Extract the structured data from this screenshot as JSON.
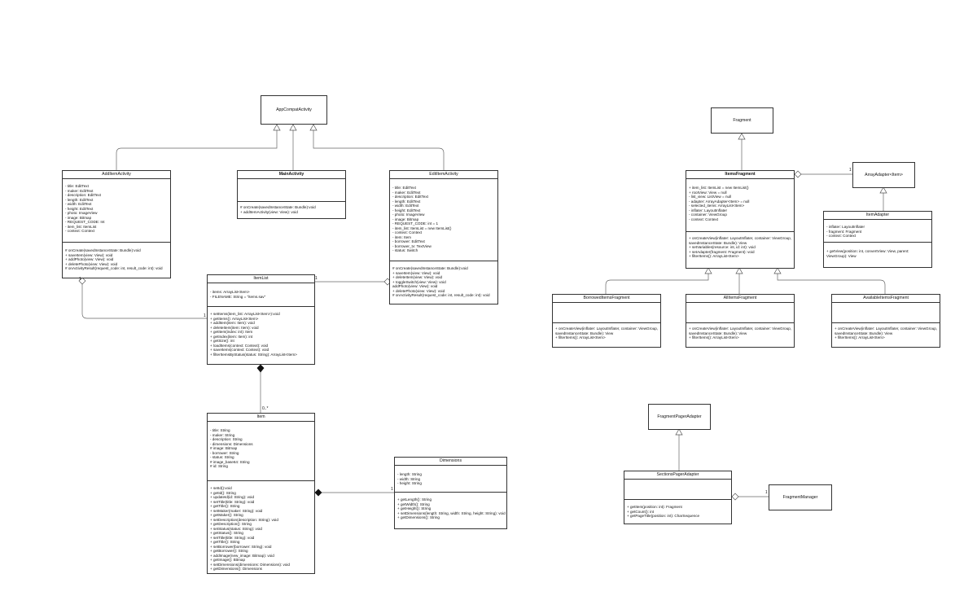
{
  "classes": {
    "appcompat": {
      "name": "AppCompatActivity"
    },
    "fragment": {
      "name": "Fragment"
    },
    "arrayadapter": {
      "name": "ArrayAdapter<Item>"
    },
    "fragmentpageradapter": {
      "name": "FragmentPagerAdapter"
    },
    "fragmentmanager": {
      "name": "FragmentManager"
    },
    "additem": {
      "name": "AddItemActivity",
      "attributes": [
        "- title: EditText",
        "- maker: EditText",
        "- description: EditText",
        "- length: EditText",
        "- width: EditText",
        "- height: EditText",
        "- photo: ImageView",
        "- image: Bitmap",
        "- REQUEST_CODE: Int",
        "- item_list: ItemList",
        "- context: Context"
      ],
      "methods": [
        "# onCreate(savedInstanceState: Bundle):void",
        "+ saveItem(view: View): void",
        "+ addPhoto(view: View): void",
        "+ deletePhoto(view: View): void",
        "# onActivityResult(request_code: int, result_code: int): void"
      ]
    },
    "main": {
      "name": "MainActivity",
      "attributes": [],
      "methods": [
        "# onCreate(savedInstanceState: Bundle):void",
        "+ addItemActivity(view: View): void"
      ]
    },
    "edititem": {
      "name": "EditItemActivity",
      "attributes": [
        "- title: EditText",
        "- maker: EditText",
        "- description: EditText",
        "- length: EditText",
        "- width: EditText",
        "- height: EditText",
        "- photo: ImageView",
        "- image: Bitmap",
        "- REQUEST_CODE: int = 1",
        "- item_list: ItemList = new ItemList()",
        "- context: Context",
        "- item: Item",
        "- borrower: EditText",
        "- borrower_tv: TextView",
        "- status: Switch"
      ],
      "methods": [
        "# onCreate(savedInstanceState: Bundle):void",
        "+ saveItem(view: View): void",
        "+ deleteItem(view: View): void",
        "+ toggleSwitch(view: View): void",
        "addPhoto(view: View): void",
        "+ deletePhoto(view: View): void",
        "# onActivityResult(request_code: int, result_code: int): void"
      ]
    },
    "itemlist": {
      "name": "ItemList",
      "attributes": [
        "- items: ArrayList<Item>",
        "- FILENAME: String = \"items.sav\""
      ],
      "methods": [
        "+ setItems(item_list: ArrayList<Item>):void",
        "+ getItems(): ArrayList<Item>",
        "+ addItem(item: Item): void",
        "+ deleteItem(item: Item): void",
        "+ getItem(index: int): Item",
        "+ getIndex(item: Item): int",
        "+ getSize(): int",
        "+ loadItems(context: Context): void",
        "+ saveItems(context: Context): void",
        "+ filterItemsByStatus(status: String): ArrayList<Item>"
      ]
    },
    "item": {
      "name": "Item",
      "attributes": [
        "- title: String",
        "- maker: String",
        "- description: String",
        "- dimensions: Dimensions",
        "# image: Bitmap",
        "- borrower: String",
        "- status: String",
        "# image_base64: String",
        "# id: String"
      ],
      "methods": [
        "+ setId():void",
        "+ getId(): String",
        "+ updateId(id: String): void",
        "+ setTitle(title: String): void",
        "+ getTitle(): String",
        "+ setMaker(maker: String): void",
        "+ getMaker(): String",
        "+ setDescription(description: String): void",
        "+ getDescription(): String",
        "+ setStatus(status: String): void",
        "+ getStatus(): String",
        "+ setTitle(title: String): void",
        "+ getTitle(): String",
        "+ setBorrower(borrower: String): void",
        "+ getBorrower(): String",
        "+ addImage(new_image: Bitmap): void",
        "+ getImage(): Bitmap",
        "+ setDimensions(dimensions: Dimensions): void",
        "+ getDimensions(): Dimensions"
      ]
    },
    "dimensions": {
      "name": "Dimensions",
      "attributes": [
        "- length: String",
        "- width: String",
        "- height: String"
      ],
      "methods": [
        "+ getLength(): String",
        "+ getWidth(): String",
        "+ getHeight(): String",
        "+ setDimensions(length: String, width: String, height: String): void",
        "+ getDimensions(): String"
      ]
    },
    "itemsfragment": {
      "name": "ItemsFragment",
      "attributes": [
        "+ item_list: ItemList = new ItemList()",
        "+ rootView: View = null",
        "- list_view: ListView = null",
        "- adapter: ArrayAdapter<Item> = null",
        "- selected_items: ArrayList<Item>",
        "- inflater: LayoutInflater",
        "- container: ViewGroup",
        "- context: Context"
      ],
      "methods": [
        "+ onCreateView(inflater: LayoutInflater, container: ViewGroup,",
        "savedInstanceState: Bundle): View",
        "+ setVariables(resource: int, id: int): void",
        "+ setAdapter(fragment: Fragment): void",
        "+ filterItems(): ArrayList<Item>"
      ]
    },
    "itemadapter": {
      "name": "ItemAdapter",
      "attributes": [
        "- inflater: LayoutInflater",
        "- fragment: Fragment",
        "- context: Context"
      ],
      "methods": [
        "+ getView(position: int, convertView: View, parent:",
        "ViewGroup): View"
      ]
    },
    "borrowed": {
      "name": "BorrowedItemsFragment",
      "attributes": [],
      "methods": [
        "+ onCreateView(inflater: LayoutInflater, container: ViewGroup,",
        "savedInstanceState: Bundle): View",
        "+ filterItems(): ArrayList<Item>"
      ]
    },
    "allitems": {
      "name": "AllItemsFragment",
      "attributes": [],
      "methods": [
        "+ onCreateView(inflater: LayoutInflater, container: ViewGroup,",
        "savedInstanceState: Bundle): View",
        "+ filterItems(): ArrayList<Item>"
      ]
    },
    "available": {
      "name": "AvailableItemsFragment",
      "attributes": [],
      "methods": [
        "+ onCreateView(inflater: LayoutInflater, container: ViewGroup,",
        "savedInstanceState: Bundle): View",
        "+ filterItems(): ArrayList<Item>"
      ]
    },
    "sections": {
      "name": "SectionsPagerAdapter",
      "attributes": [],
      "methods": [
        "+ getItem(position: int): Fragment",
        "+ getCount(): int",
        "+ getPageTitle(position: int): CharSequence"
      ]
    }
  },
  "multiplicities": {
    "additem_itemlist": "1",
    "itemlist_left": "1",
    "itemlist_edit": "1",
    "edit_right": "1",
    "itemlist_item": "0..*",
    "item_dimensions": "1",
    "fragment_adapter": "1",
    "sections_manager": "1"
  }
}
